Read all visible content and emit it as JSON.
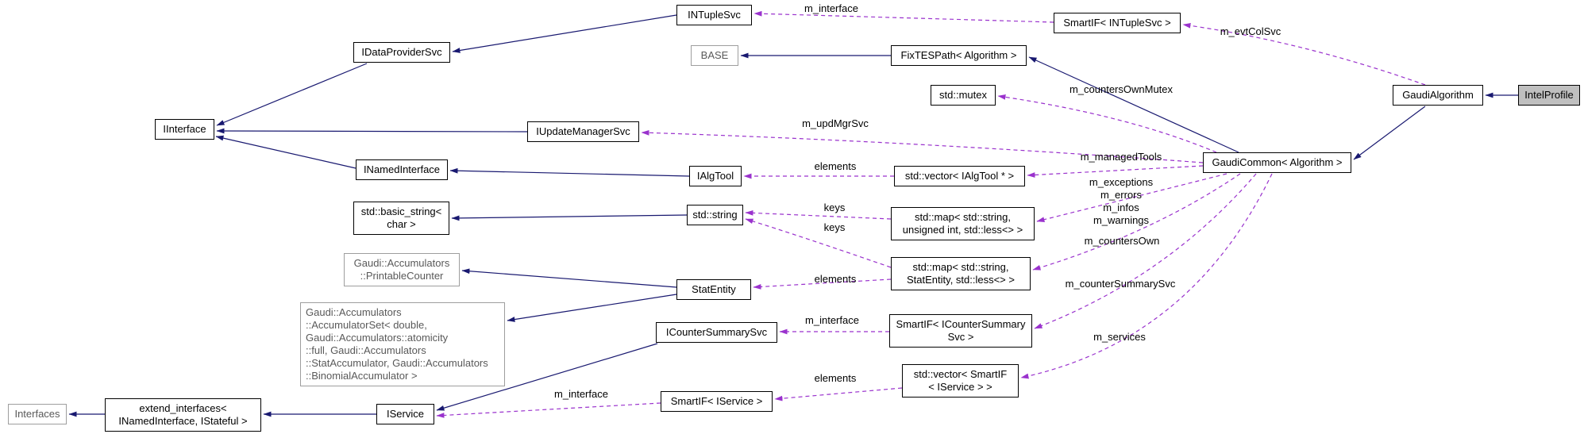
{
  "diagram": {
    "nodes": {
      "intuplesvc": {
        "label": "INTupleSvc"
      },
      "smartif_intuplesvc": {
        "label": "SmartIF< INTupleSvc >"
      },
      "idataprovidersvc": {
        "label": "IDataProviderSvc"
      },
      "base": {
        "label": "BASE"
      },
      "fixtespath": {
        "label": "FixTESPath< Algorithm >"
      },
      "gaudialgorithm": {
        "label": "GaudiAlgorithm"
      },
      "intelprofile": {
        "label": "IntelProfile"
      },
      "std_mutex": {
        "label": "std::mutex"
      },
      "iinterface": {
        "label": "IInterface"
      },
      "iupdatemanagersvc": {
        "label": "IUpdateManagerSvc"
      },
      "gaudicommon": {
        "label": "GaudiCommon< Algorithm >"
      },
      "inamedinterface": {
        "label": "INamedInterface"
      },
      "ialgtool": {
        "label": "IAlgTool"
      },
      "vector_ialgtool": {
        "label": "std::vector< IAlgTool * >"
      },
      "basic_string": {
        "label": "std::basic_string<\nchar >"
      },
      "std_string": {
        "label": "std::string"
      },
      "map_string_uint": {
        "label": "std::map< std::string,\nunsigned int, std::less<> >"
      },
      "printable_counter": {
        "label": "Gaudi::Accumulators\n::PrintableCounter"
      },
      "map_string_statentity": {
        "label": "std::map< std::string,\nStatEntity, std::less<> >"
      },
      "statentity": {
        "label": "StatEntity"
      },
      "accumulator_set": {
        "label": "Gaudi::Accumulators\n::AccumulatorSet< double,\nGaudi::Accumulators::atomicity\n::full, Gaudi::Accumulators\n::StatAccumulator, Gaudi::Accumulators\n::BinomialAccumulator >"
      },
      "icountersummarysvc": {
        "label": "ICounterSummarySvc"
      },
      "smartif_icountersummarysvc": {
        "label": "SmartIF< ICounterSummary\nSvc >"
      },
      "vector_smartif_iservice": {
        "label": "std::vector< SmartIF\n< IService > >"
      },
      "smartif_iservice": {
        "label": "SmartIF< IService >"
      },
      "interfaces": {
        "label": "Interfaces"
      },
      "extend_interfaces": {
        "label": "extend_interfaces<\nINamedInterface, IStateful >"
      },
      "iservice": {
        "label": "IService"
      }
    },
    "edge_labels": {
      "m_interface_intuplesvc": "m_interface",
      "m_evtcolsvc": "m_evtColSvc",
      "m_countersownmutex": "m_countersOwnMutex",
      "m_updmgrsvc": "m_updMgrSvc",
      "m_managedtools": "m_managedTools",
      "elements_ialgtool": "elements",
      "counter_maps": "m_exceptions\nm_errors\nm_infos\nm_warnings",
      "keys_uint_map": "keys",
      "keys_statentity_map": "keys",
      "m_countersown": "m_countersOwn",
      "elements_statentity": "elements",
      "m_countersummarysvc": "m_counterSummarySvc",
      "m_interface_icountersummarysvc": "m_interface",
      "m_services": "m_services",
      "elements_iservice": "elements",
      "m_interface_iservice": "m_interface"
    },
    "colors": {
      "inheritance_edge": "#191970",
      "usage_edge": "#9a32cd",
      "node_border": "#000000",
      "grey_node_border": "#9e9e9e",
      "grey_node_text": "#595959",
      "selected_node_fill": "#bfbfbf",
      "background": "#ffffff"
    }
  }
}
